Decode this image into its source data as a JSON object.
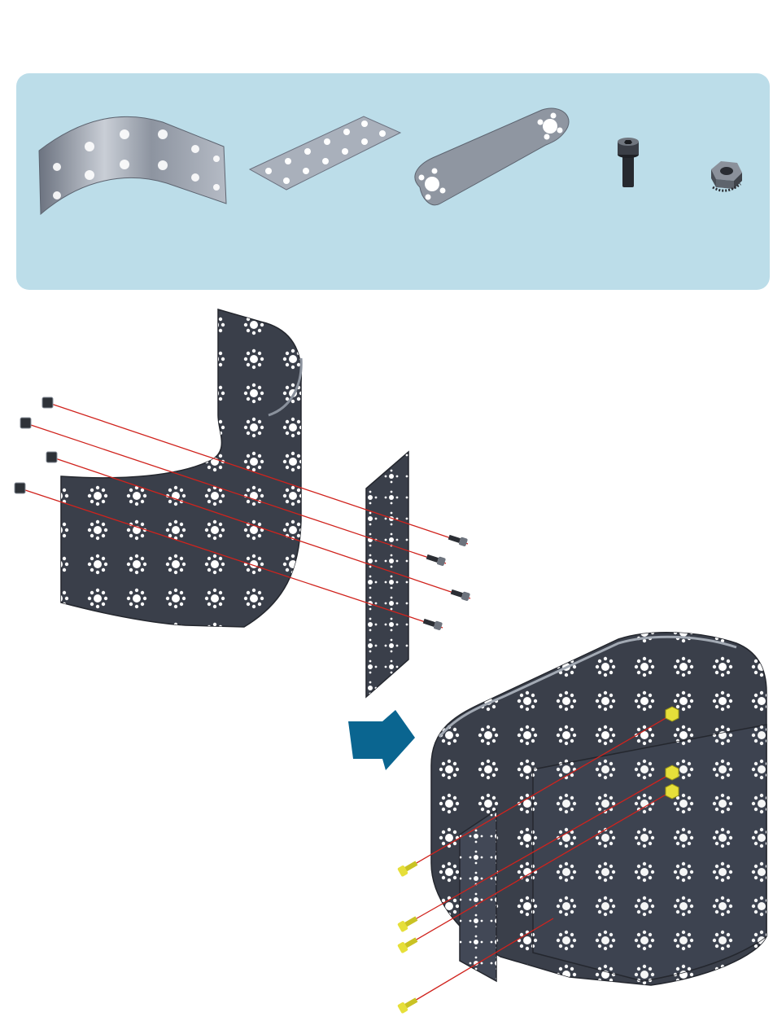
{
  "parts_panel": {
    "items": [
      {
        "part": "curved-perforated-plate"
      },
      {
        "part": "flat-perforated-plate"
      },
      {
        "part": "two-hole-link-bar"
      },
      {
        "part": "socket-head-cap-screw"
      },
      {
        "part": "hex-lock-nut"
      }
    ]
  },
  "step": {
    "arrow_icon": "step-arrow-icon",
    "arrow_color": "#0a6590"
  },
  "colors": {
    "panel_bg": "#bcdde9",
    "metal_dark": "#3a3f4a",
    "metal_light": "#9aa1ad",
    "guide_line": "#d0231d",
    "highlight_fastener": "#e6df3a"
  }
}
